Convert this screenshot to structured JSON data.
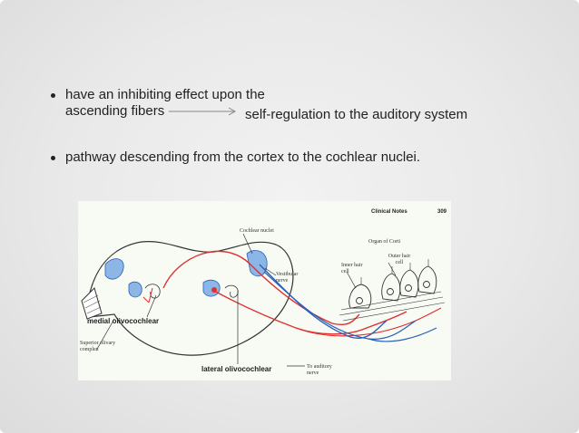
{
  "slide": {
    "bullets": [
      {
        "line1": "have an inhibiting effect upon the",
        "line2": "ascending fibers",
        "arrow_target": "self-regulation to the auditory system"
      },
      {
        "line1": "pathway descending from the cortex to the cochlear nuclei."
      }
    ]
  },
  "figure": {
    "header": "Clinical Notes",
    "page_number": "309",
    "labels": {
      "cochlear_nuclei": "Cochlear nuclei",
      "organ_of_corti": "Organ of Corti",
      "outer_hair_cell": "Outer hair cell",
      "inner_hair_cell": "Inner hair cell",
      "vestibular_nerve": "Vestibular nerve",
      "superior_olivary_complex": "Superior olivary complex",
      "to_auditory_nerve": "To auditory nerve"
    },
    "overlay_labels": {
      "medial": "medial olivocochlear",
      "lateral": "lateral olivocochlear"
    },
    "colors": {
      "red_pathway": "#e03030",
      "blue_pathway": "#2b5fb8",
      "nuclei_fill": "#8cb6e6"
    }
  }
}
